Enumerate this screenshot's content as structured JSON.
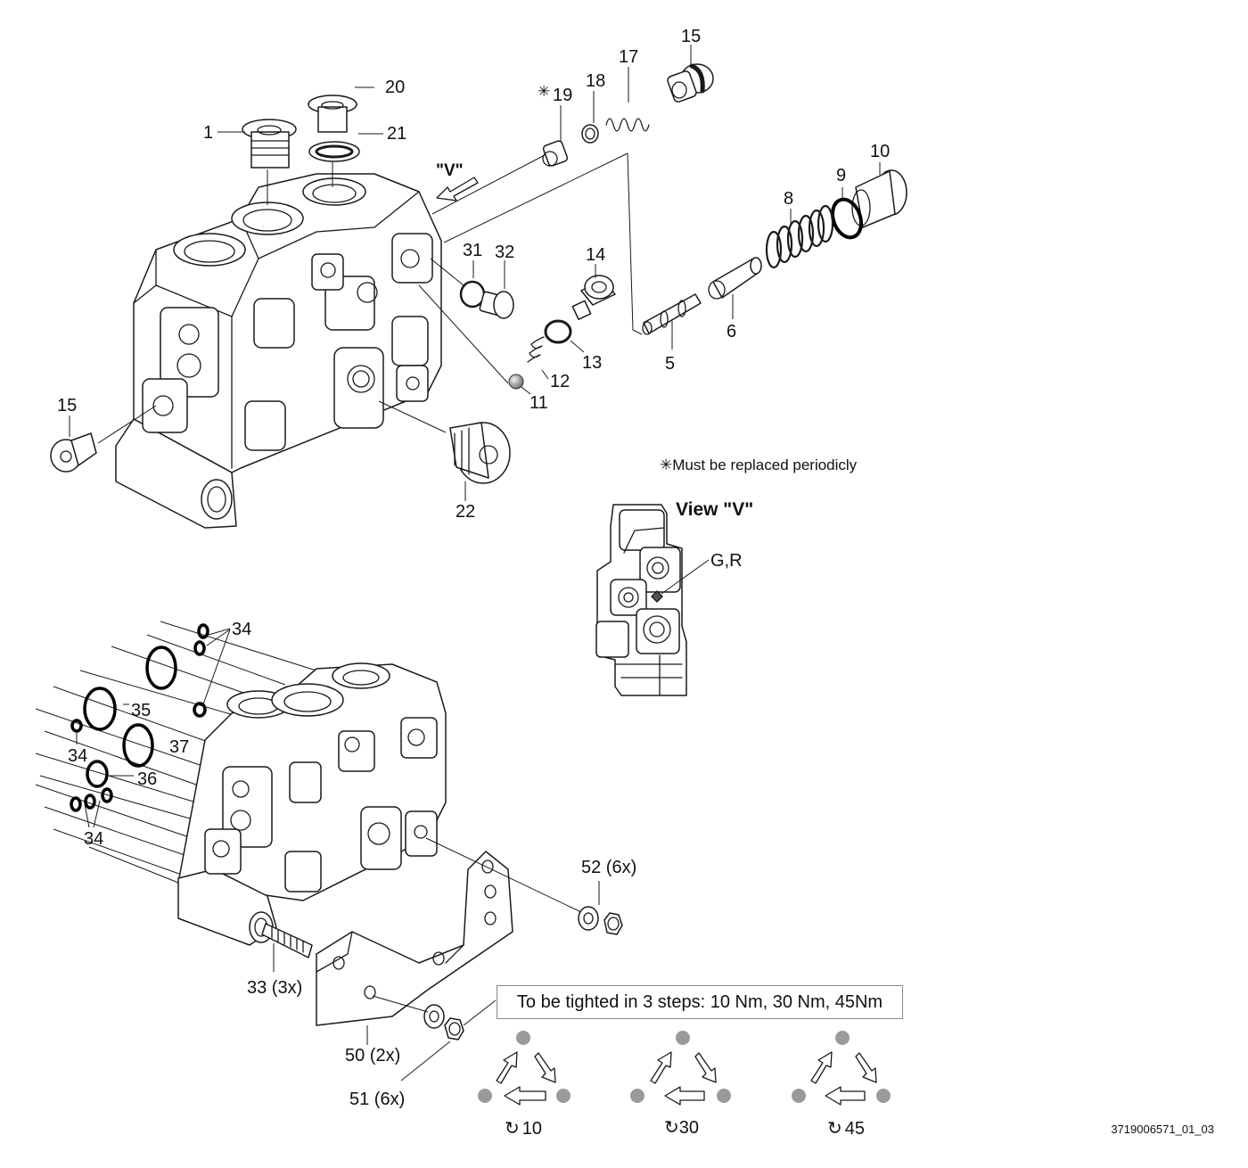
{
  "callouts": {
    "c1": "1",
    "c20": "20",
    "c21": "21",
    "c15a": "15",
    "c15b": "15",
    "c19": "19",
    "c19_mark": "✳",
    "c18": "18",
    "c17": "17",
    "c10": "10",
    "c9": "9",
    "c8": "8",
    "c31": "31",
    "c32": "32",
    "c14": "14",
    "c13": "13",
    "c12": "12",
    "c11": "11",
    "c6": "6",
    "c5": "5",
    "c22": "22",
    "cV": "\"V\"",
    "c34a": "34",
    "c35": "35",
    "c34b": "34",
    "c37": "37",
    "c36": "36",
    "c34c": "34",
    "c52": "52 (6x)",
    "c33": "33 (3x)",
    "c50": "50 (2x)",
    "c51": "51 (6x)"
  },
  "notes": {
    "periodic": "✳Must be replaced periodicly",
    "view_title": "View \"V\"",
    "gr_label": "G,R",
    "torque_box": "To be tighted in 3 steps: 10 Nm, 30 Nm, 45Nm",
    "doc_id": "3719006571_01_03"
  },
  "torque_steps": [
    {
      "symbol": "↻",
      "value": "10"
    },
    {
      "symbol": "↻",
      "value": "30"
    },
    {
      "symbol": "↻",
      "value": "45"
    }
  ]
}
